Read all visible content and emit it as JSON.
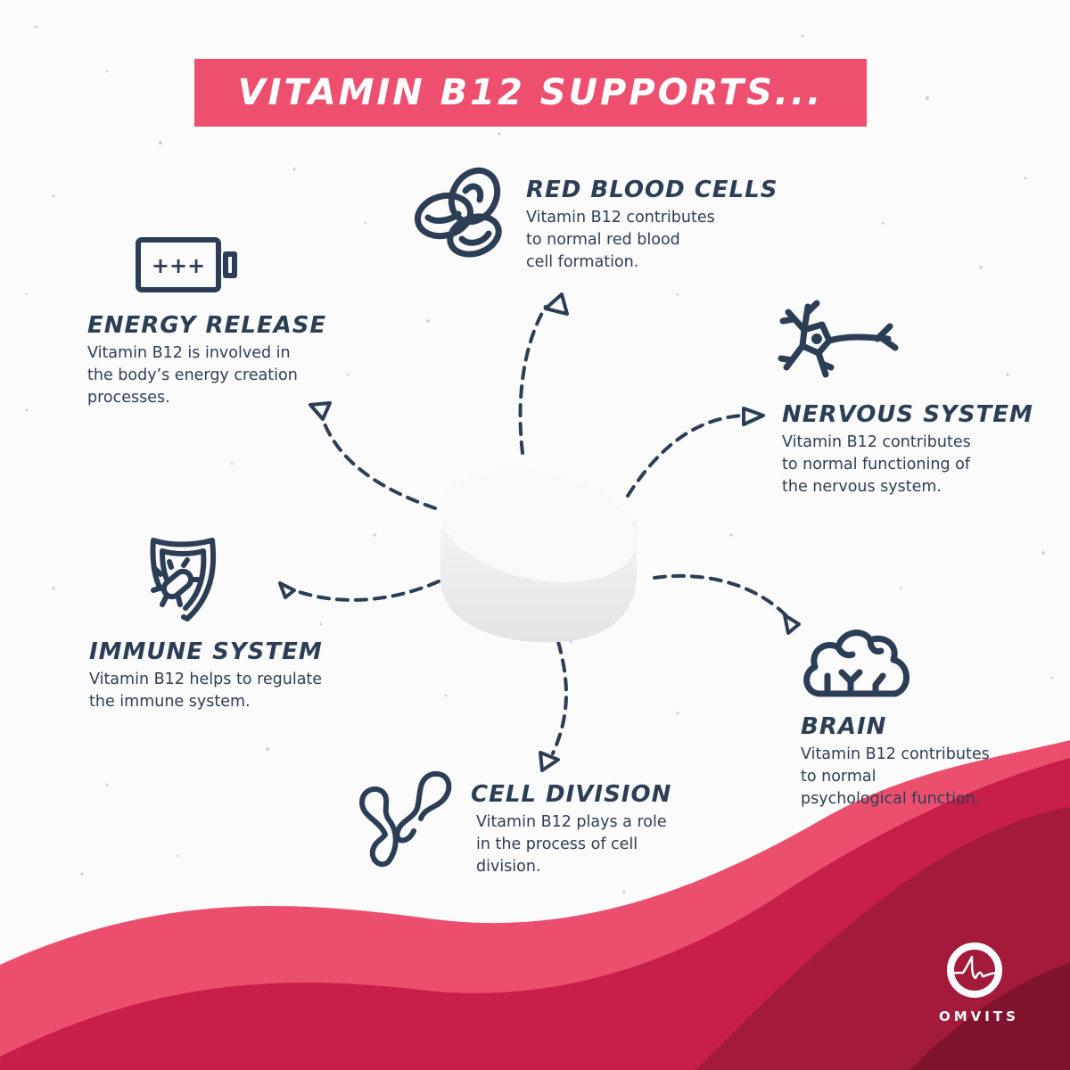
{
  "banner": {
    "title": "VITAMIN B12 SUPPORTS..."
  },
  "colors": {
    "accent": "#ee4f6f",
    "ink": "#2c3e55",
    "wave_1": "#ec4f6e",
    "wave_2": "#c81e4a",
    "wave_3": "#a31a3b",
    "wave_4": "#80142e"
  },
  "benefits": [
    {
      "id": "red-blood-cells",
      "icon": "red-blood-cells-icon",
      "title": "RED BLOOD CELLS",
      "lines": [
        "Vitamin B12 contributes",
        "to normal red blood",
        "cell formation."
      ]
    },
    {
      "id": "energy-release",
      "icon": "battery-icon",
      "title": "ENERGY RELEASE",
      "lines": [
        "Vitamin B12 is involved in",
        "the body’s energy creation",
        "processes."
      ]
    },
    {
      "id": "nervous-system",
      "icon": "neuron-icon",
      "title": "NERVOUS SYSTEM",
      "lines": [
        "Vitamin B12 contributes",
        "to normal functioning of",
        "the nervous system."
      ]
    },
    {
      "id": "immune-system",
      "icon": "shield-bacteria-icon",
      "title": "IMMUNE SYSTEM",
      "lines": [
        "Vitamin B12 helps to regulate",
        "the immune system."
      ]
    },
    {
      "id": "brain",
      "icon": "brain-icon",
      "title": "BRAIN",
      "lines": [
        "Vitamin B12 contributes",
        "to normal",
        "psychological function."
      ]
    },
    {
      "id": "cell-division",
      "icon": "cell-division-icon",
      "title": "CELL DIVISION",
      "lines": [
        "Vitamin B12 plays a role",
        "in the process of cell",
        "division."
      ]
    }
  ],
  "battery_label": "+++",
  "brand": {
    "name": "OMVITS"
  }
}
